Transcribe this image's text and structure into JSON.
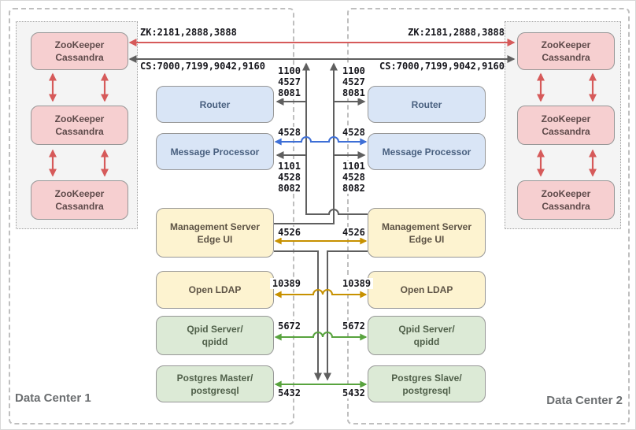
{
  "dc1": {
    "title": "Data Center 1",
    "cluster": {
      "nodes": [
        {
          "line1": "ZooKeeper",
          "line2": "Cassandra"
        },
        {
          "line1": "ZooKeeper",
          "line2": "Cassandra"
        },
        {
          "line1": "ZooKeeper",
          "line2": "Cassandra"
        }
      ]
    },
    "nodes": {
      "router": {
        "label": "Router"
      },
      "mp": {
        "label": "Message Processor"
      },
      "ms": {
        "line1": "Management Server",
        "line2": "Edge UI"
      },
      "ldap": {
        "label": "Open LDAP"
      },
      "qpid": {
        "line1": "Qpid Server/",
        "line2": "qpidd"
      },
      "postgres": {
        "line1": "Postgres Master/",
        "line2": "postgresql"
      }
    }
  },
  "dc2": {
    "title": "Data Center 2",
    "cluster": {
      "nodes": [
        {
          "line1": "ZooKeeper",
          "line2": "Cassandra"
        },
        {
          "line1": "ZooKeeper",
          "line2": "Cassandra"
        },
        {
          "line1": "ZooKeeper",
          "line2": "Cassandra"
        }
      ]
    },
    "nodes": {
      "router": {
        "label": "Router"
      },
      "mp": {
        "label": "Message Processor"
      },
      "ms": {
        "line1": "Management Server",
        "line2": "Edge UI"
      },
      "ldap": {
        "label": "Open LDAP"
      },
      "qpid": {
        "line1": "Qpid Server/",
        "line2": "qpidd"
      },
      "postgres": {
        "line1": "Postgres Slave/",
        "line2": "postgresql"
      }
    }
  },
  "links": {
    "zk_label": "ZK:2181,2888,3888",
    "cs_label": "CS:7000,7199,9042,9160",
    "router_ports": [
      "1100",
      "4527",
      "8081"
    ],
    "mp_port_blue": "4528",
    "mp_ports": [
      "1101",
      "4528",
      "8082"
    ],
    "ms_port": "4526",
    "ldap_port": "10389",
    "qpid_port": "5672",
    "postgres_port": "5432"
  },
  "colors": {
    "red_link": "#d65a5a",
    "dark_link": "#5f5f5f",
    "blue_link": "#3e6fd6",
    "gold_link": "#c79100",
    "green_link": "#58a33e",
    "pink_fill": "#f6cfd0",
    "blue_fill": "#d9e5f6",
    "yellow_fill": "#fdf3d0",
    "green_fill": "#dcead6",
    "box_border": "#979797"
  }
}
